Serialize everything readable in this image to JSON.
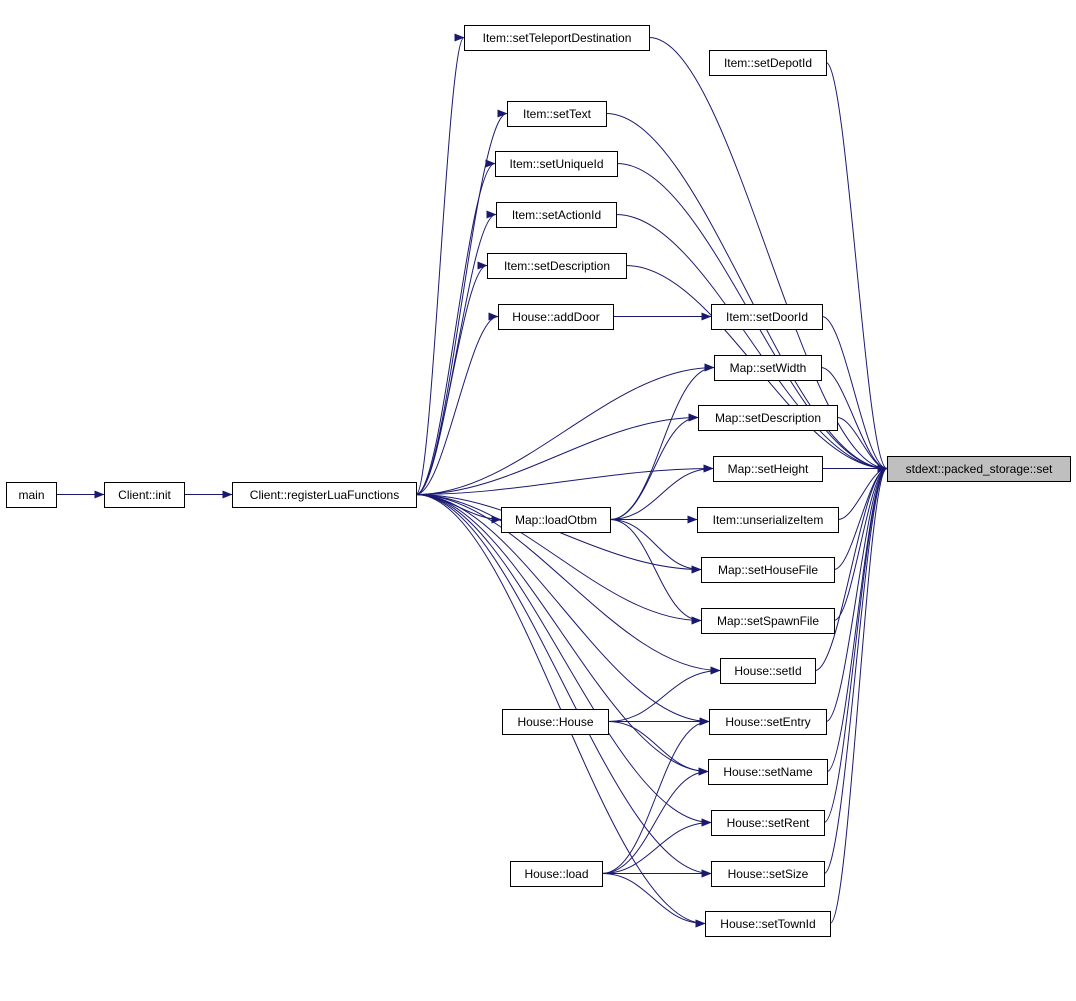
{
  "diagram": {
    "colors": {
      "edge": "#191970",
      "focus_node_fill": "#bfbfbf",
      "node_fill": "#ffffff",
      "node_border": "#000000"
    },
    "nodes": [
      {
        "id": "main",
        "label": "main"
      },
      {
        "id": "client_init",
        "label": "Client::init"
      },
      {
        "id": "client_reg",
        "label": "Client::registerLuaFunctions"
      },
      {
        "id": "item_teleport",
        "label": "Item::setTeleportDestination"
      },
      {
        "id": "item_depot",
        "label": "Item::setDepotId"
      },
      {
        "id": "item_text",
        "label": "Item::setText"
      },
      {
        "id": "item_unique",
        "label": "Item::setUniqueId"
      },
      {
        "id": "item_action",
        "label": "Item::setActionId"
      },
      {
        "id": "item_desc",
        "label": "Item::setDescription"
      },
      {
        "id": "house_adddoor",
        "label": "House::addDoor"
      },
      {
        "id": "item_door",
        "label": "Item::setDoorId"
      },
      {
        "id": "map_width",
        "label": "Map::setWidth"
      },
      {
        "id": "map_desc",
        "label": "Map::setDescription"
      },
      {
        "id": "map_height",
        "label": "Map::setHeight"
      },
      {
        "id": "map_loadotbm",
        "label": "Map::loadOtbm"
      },
      {
        "id": "item_unser",
        "label": "Item::unserializeItem"
      },
      {
        "id": "map_housefile",
        "label": "Map::setHouseFile"
      },
      {
        "id": "map_spawnfile",
        "label": "Map::setSpawnFile"
      },
      {
        "id": "house_setid",
        "label": "House::setId"
      },
      {
        "id": "house_house",
        "label": "House::House"
      },
      {
        "id": "house_entry",
        "label": "House::setEntry"
      },
      {
        "id": "house_name",
        "label": "House::setName"
      },
      {
        "id": "house_rent",
        "label": "House::setRent"
      },
      {
        "id": "house_load",
        "label": "House::load"
      },
      {
        "id": "house_size",
        "label": "House::setSize"
      },
      {
        "id": "house_town",
        "label": "House::setTownId"
      },
      {
        "id": "target",
        "label": "stdext::packed_storage::set",
        "focus": true
      }
    ],
    "edges": [
      [
        "main",
        "client_init"
      ],
      [
        "client_init",
        "client_reg"
      ],
      [
        "client_reg",
        "item_teleport"
      ],
      [
        "client_reg",
        "item_text"
      ],
      [
        "client_reg",
        "item_unique"
      ],
      [
        "client_reg",
        "item_action"
      ],
      [
        "client_reg",
        "item_desc"
      ],
      [
        "client_reg",
        "house_adddoor"
      ],
      [
        "client_reg",
        "map_width"
      ],
      [
        "client_reg",
        "map_desc"
      ],
      [
        "client_reg",
        "map_height"
      ],
      [
        "client_reg",
        "map_loadotbm"
      ],
      [
        "client_reg",
        "map_housefile"
      ],
      [
        "client_reg",
        "map_spawnfile"
      ],
      [
        "client_reg",
        "house_setid"
      ],
      [
        "client_reg",
        "house_entry"
      ],
      [
        "client_reg",
        "house_name"
      ],
      [
        "client_reg",
        "house_rent"
      ],
      [
        "client_reg",
        "house_size"
      ],
      [
        "client_reg",
        "house_town"
      ],
      [
        "house_adddoor",
        "item_door"
      ],
      [
        "map_loadotbm",
        "map_width"
      ],
      [
        "map_loadotbm",
        "map_desc"
      ],
      [
        "map_loadotbm",
        "map_height"
      ],
      [
        "map_loadotbm",
        "item_unser"
      ],
      [
        "map_loadotbm",
        "map_housefile"
      ],
      [
        "map_loadotbm",
        "map_spawnfile"
      ],
      [
        "house_house",
        "house_setid"
      ],
      [
        "house_house",
        "house_entry"
      ],
      [
        "house_house",
        "house_name"
      ],
      [
        "house_load",
        "house_entry"
      ],
      [
        "house_load",
        "house_name"
      ],
      [
        "house_load",
        "house_rent"
      ],
      [
        "house_load",
        "house_size"
      ],
      [
        "house_load",
        "house_town"
      ],
      [
        "item_teleport",
        "target"
      ],
      [
        "item_depot",
        "target"
      ],
      [
        "item_text",
        "target"
      ],
      [
        "item_unique",
        "target"
      ],
      [
        "item_action",
        "target"
      ],
      [
        "item_desc",
        "target"
      ],
      [
        "item_door",
        "target"
      ],
      [
        "map_width",
        "target"
      ],
      [
        "map_desc",
        "target"
      ],
      [
        "map_height",
        "target"
      ],
      [
        "item_unser",
        "target"
      ],
      [
        "map_housefile",
        "target"
      ],
      [
        "map_spawnfile",
        "target"
      ],
      [
        "house_setid",
        "target"
      ],
      [
        "house_entry",
        "target"
      ],
      [
        "house_name",
        "target"
      ],
      [
        "house_rent",
        "target"
      ],
      [
        "house_size",
        "target"
      ],
      [
        "house_town",
        "target"
      ]
    ]
  }
}
